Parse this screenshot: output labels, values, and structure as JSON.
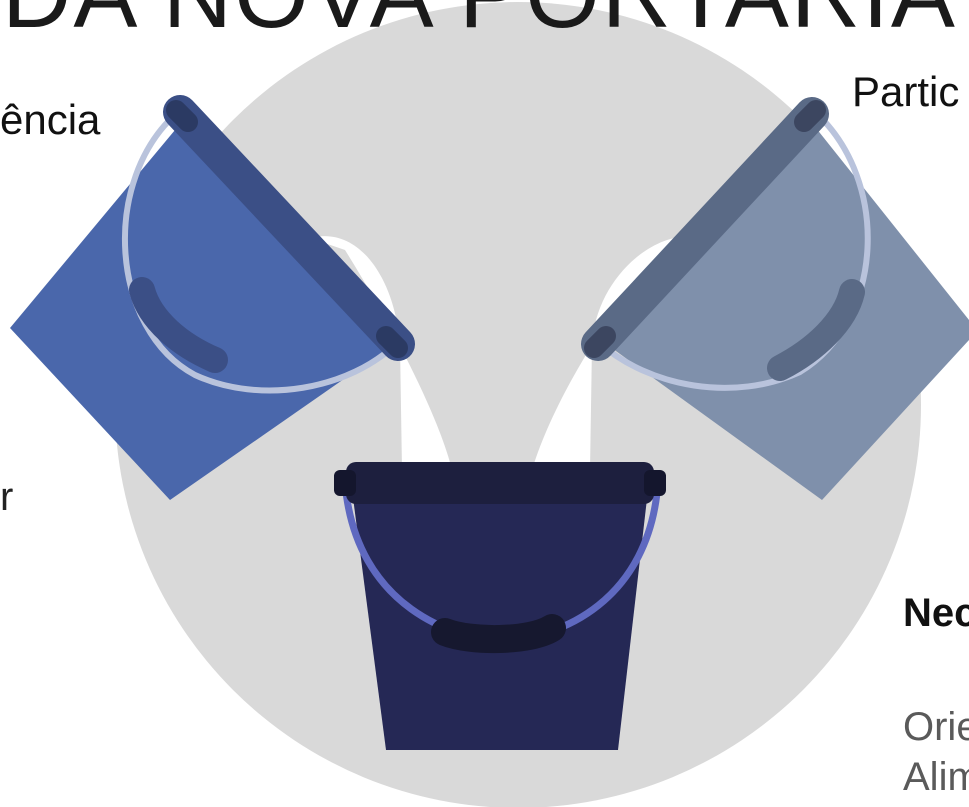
{
  "title_fragment": "DA NOVA PORTARIA",
  "left_label": "ência",
  "right_label": "Partic",
  "left_lower_fragment": "r",
  "right_bold_fragment": "Nec",
  "right_lines": [
    "Orie",
    "Alim"
  ],
  "colors": {
    "circle": "#d9d9d9",
    "stream": "#ffffff",
    "left_bucket": "#4a67ab",
    "left_bucket_rim": "#3b4f86",
    "right_bucket": "#7f90ab",
    "right_bucket_rim": "#5a6a86",
    "center_bucket": "#252855",
    "center_bucket_rim": "#1d1f3e",
    "center_handle": "#5f69c0",
    "side_handles": "#b9c3dc"
  },
  "icons": [
    "left-bucket-icon",
    "right-bucket-icon",
    "center-bucket-icon"
  ]
}
